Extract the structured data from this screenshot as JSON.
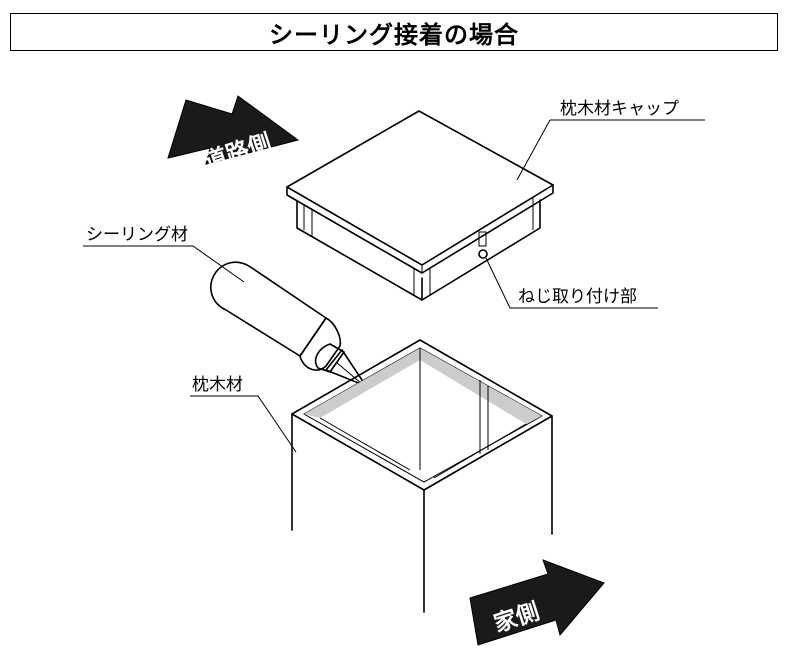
{
  "title": "シーリング接着の場合",
  "labels": {
    "cap": "枕木材キャップ",
    "sealant": "シーリング材",
    "screw": "ねじ取り付け部",
    "post": "枕木材"
  },
  "arrows": {
    "road_side": "道路側",
    "house_side": "家側"
  },
  "colors": {
    "outline": "#000000",
    "inner_shade": "#cccccc",
    "arrow_fill": "#1a1a1a"
  }
}
